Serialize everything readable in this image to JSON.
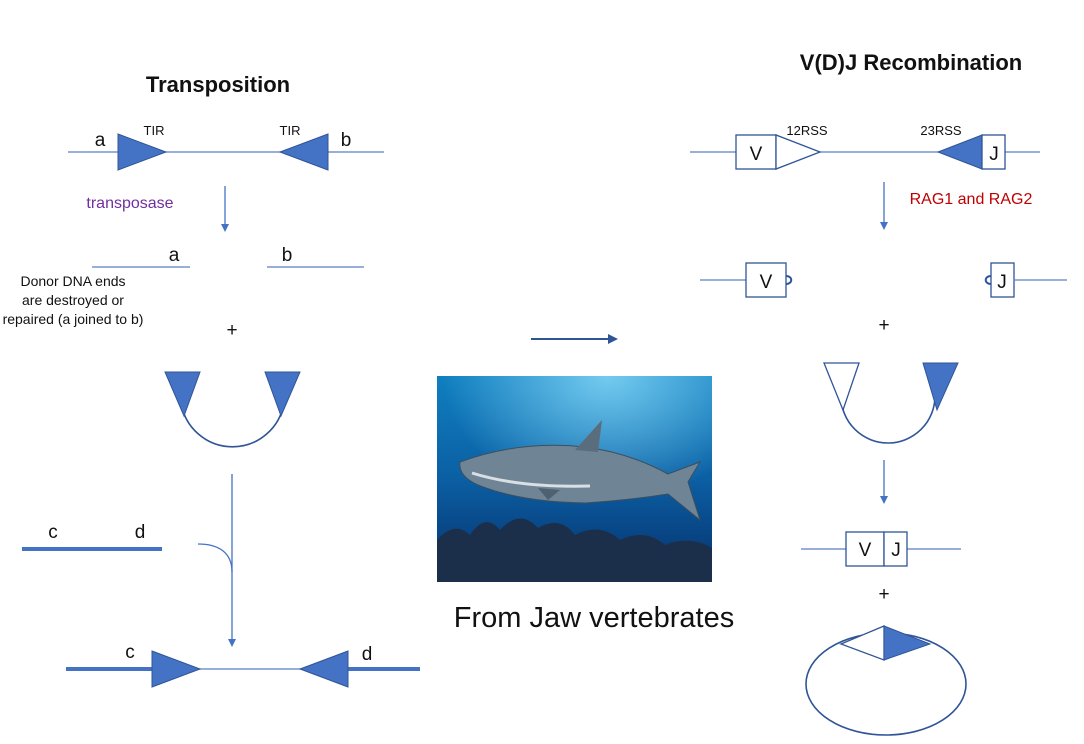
{
  "transposition": {
    "title": "Transposition",
    "tir_left": "TIR",
    "tir_right": "TIR",
    "end_a": "a",
    "end_b": "b",
    "enzyme": "transposase",
    "cut_a": "a",
    "cut_b": "b",
    "note_lines": [
      "Donor DNA ends",
      "are destroyed or",
      "repaired (a joined to b)"
    ],
    "plus": "+",
    "target_c": "c",
    "target_d": "d",
    "inserted_c": "c",
    "inserted_d": "d"
  },
  "vdj": {
    "title": "V(D)J Recombination",
    "rss12": "12RSS",
    "rss23": "23RSS",
    "seg_v": "V",
    "seg_j": "J",
    "enzyme": "RAG1 and RAG2",
    "cut_v": "V",
    "cut_j": "J",
    "plus1": "+",
    "joined_v": "V",
    "joined_j": "J",
    "plus2": "+"
  },
  "caption": "From Jaw vertebrates",
  "colors": {
    "blue": "#4472C4",
    "dark_blue": "#2F5597",
    "purple": "#7030A0",
    "red": "#C00000",
    "line": "#5B7FC4"
  }
}
